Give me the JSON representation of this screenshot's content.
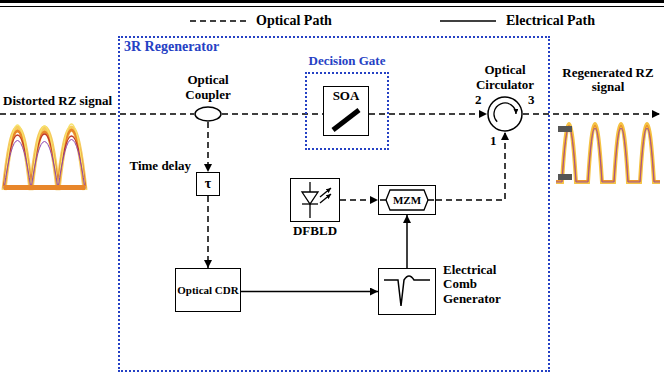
{
  "diagram": {
    "nodes": [
      {
        "text": [
          "3R Regenerator"
        ]
      },
      {
        "text": [
          "Optical Coupler"
        ],
        "in": 0
      },
      {
        "text": [
          "Decision Gate"
        ],
        "in": 0
      },
      {
        "text": [
          "SOA"
        ],
        "in": 2
      },
      {
        "text": [
          "Optical Circulator"
        ],
        "in": 0
      },
      {
        "text": [
          "Time delay",
          "τ"
        ],
        "in": 0
      },
      {
        "text": [
          "DFBLD"
        ],
        "in": 0
      },
      {
        "text": [
          "MZM"
        ],
        "in": 0
      },
      {
        "text": [
          "Optical CDR"
        ],
        "in": 0
      },
      {
        "text": [
          "Electrical Comb Generator"
        ],
        "in": 0
      }
    ],
    "edges": [
      {
        "from": 1,
        "to": 3,
        "arrow": "none"
      },
      {
        "from": 3,
        "to": 4,
        "arrow": "to"
      },
      {
        "from": 1,
        "to": 5,
        "arrow": "to"
      },
      {
        "from": 5,
        "to": 8,
        "arrow": "to"
      },
      {
        "from": 8,
        "to": 9,
        "arrow": "to"
      },
      {
        "from": 9,
        "to": 7,
        "arrow": "to"
      },
      {
        "from": 6,
        "to": 7,
        "arrow": "to"
      },
      {
        "from": 7,
        "to": 4,
        "arrow": "to"
      }
    ],
    "labels": [
      "Distorted RZ signal",
      "Regenerated RZ signal",
      "2",
      "3",
      "1"
    ],
    "legend": [
      {
        "text": "Optical Path"
      },
      {
        "text": "Electrical Path"
      }
    ]
  }
}
